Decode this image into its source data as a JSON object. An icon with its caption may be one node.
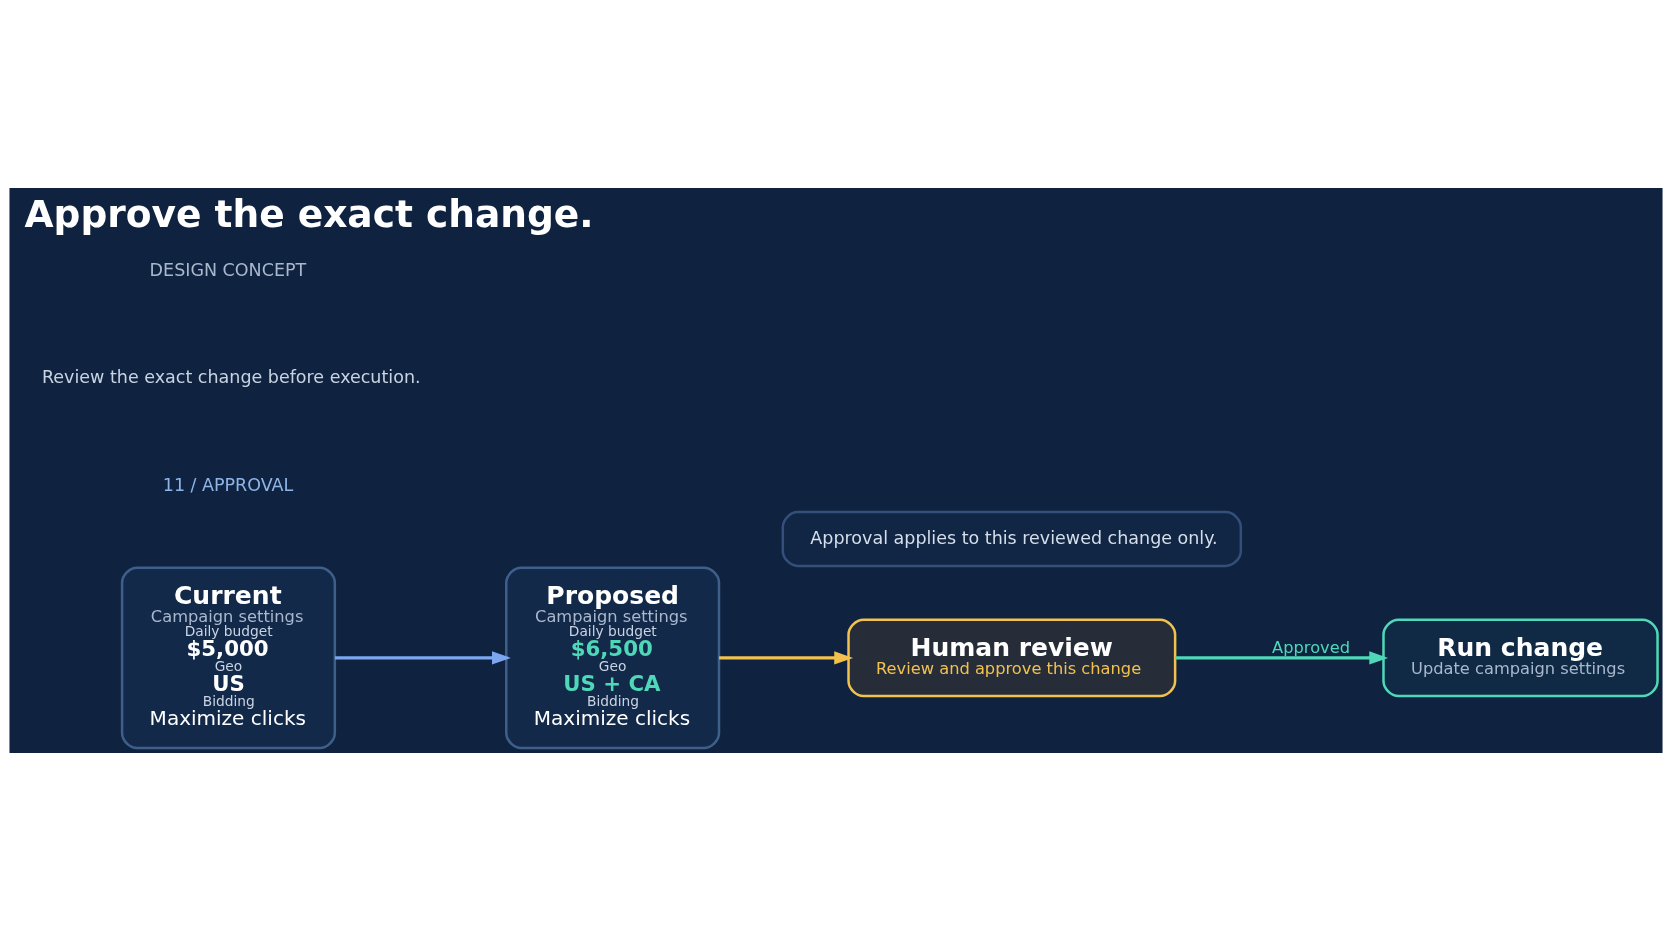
{
  "diagram": {
    "title": "Approve the exact change.",
    "nodes": [
      {
        "text": [
          "Current",
          "Campaign settings",
          "Daily budget",
          "$5,000",
          "Geo",
          "US",
          "Bidding",
          "Maximize clicks"
        ]
      },
      {
        "text": [
          "Proposed",
          "Campaign settings",
          "Daily budget",
          "$6,500",
          "Geo",
          "US + CA",
          "Bidding",
          "Maximize clicks"
        ]
      },
      {
        "text": [
          "Human review",
          "Review and approve this change"
        ]
      },
      {
        "text": [
          "Run change",
          "Update campaign settings"
        ]
      },
      {
        "text": [
          "Approval applies to this reviewed change only."
        ]
      }
    ],
    "edges": [
      {
        "from": 0,
        "to": 1,
        "arrow": "to",
        "color": "#7aa7f0"
      },
      {
        "from": 1,
        "to": 2,
        "arrow": "to",
        "color": "#f2c14e"
      },
      {
        "from": 2,
        "to": 3,
        "arrow": "to",
        "label": "Approved",
        "color": "#4fd8b8"
      }
    ],
    "labels": [
      "11 / APPROVAL",
      "Review the exact change before execution.",
      "DESIGN CONCEPT"
    ]
  }
}
